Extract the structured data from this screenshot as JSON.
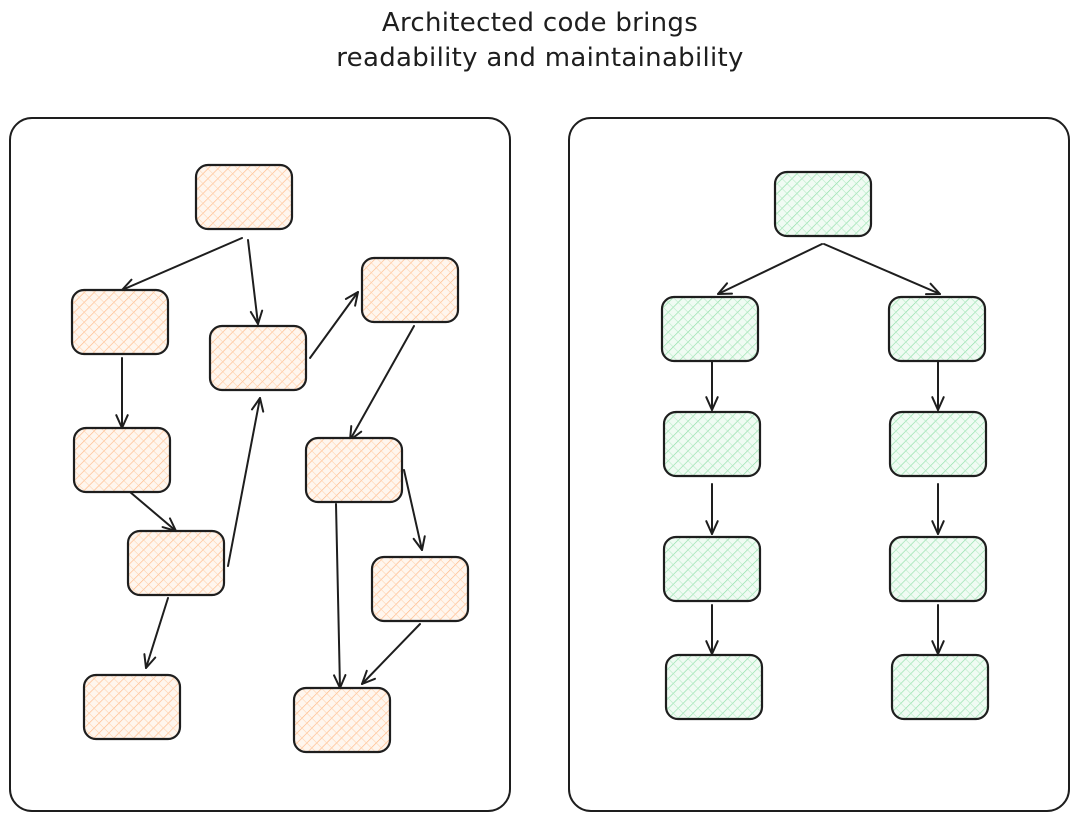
{
  "title": {
    "line1": "Architected code brings",
    "line2": "readability and maintainability"
  },
  "colors": {
    "stroke": "#1e1e1e",
    "messy_fill": "#ffc9a0",
    "messy_base": "#fff6ee",
    "clean_fill": "#9ee6b4",
    "clean_base": "#f0fbf3",
    "panel_stroke": "#1e1e1e"
  },
  "panels": [
    {
      "name": "messy-panel"
    },
    {
      "name": "clean-panel"
    }
  ],
  "messy_nodes": [
    {
      "id": "m0"
    },
    {
      "id": "m1"
    },
    {
      "id": "m2"
    },
    {
      "id": "m3"
    },
    {
      "id": "m4"
    },
    {
      "id": "m5"
    },
    {
      "id": "m6"
    },
    {
      "id": "m7"
    },
    {
      "id": "m8"
    },
    {
      "id": "m9"
    }
  ],
  "messy_edges": [
    {
      "from": "m0",
      "to": "m1"
    },
    {
      "from": "m0",
      "to": "m2"
    },
    {
      "from": "m1",
      "to": "m4"
    },
    {
      "from": "m4",
      "to": "m5"
    },
    {
      "from": "m5",
      "to": "m2"
    },
    {
      "from": "m2",
      "to": "m3"
    },
    {
      "from": "m3",
      "to": "m6"
    },
    {
      "from": "m5",
      "to": "m8"
    },
    {
      "from": "m6",
      "to": "m7"
    },
    {
      "from": "m6",
      "to": "m9"
    },
    {
      "from": "m7",
      "to": "m9"
    }
  ],
  "clean_nodes": [
    {
      "id": "c0"
    },
    {
      "id": "c1"
    },
    {
      "id": "c2"
    },
    {
      "id": "c3"
    },
    {
      "id": "c4"
    },
    {
      "id": "c5"
    },
    {
      "id": "c6"
    },
    {
      "id": "c7"
    },
    {
      "id": "c8"
    }
  ],
  "clean_edges": [
    {
      "from": "c0",
      "to": "c1"
    },
    {
      "from": "c0",
      "to": "c2"
    },
    {
      "from": "c1",
      "to": "c3"
    },
    {
      "from": "c3",
      "to": "c5"
    },
    {
      "from": "c5",
      "to": "c7"
    },
    {
      "from": "c2",
      "to": "c4"
    },
    {
      "from": "c4",
      "to": "c6"
    },
    {
      "from": "c6",
      "to": "c8"
    }
  ]
}
